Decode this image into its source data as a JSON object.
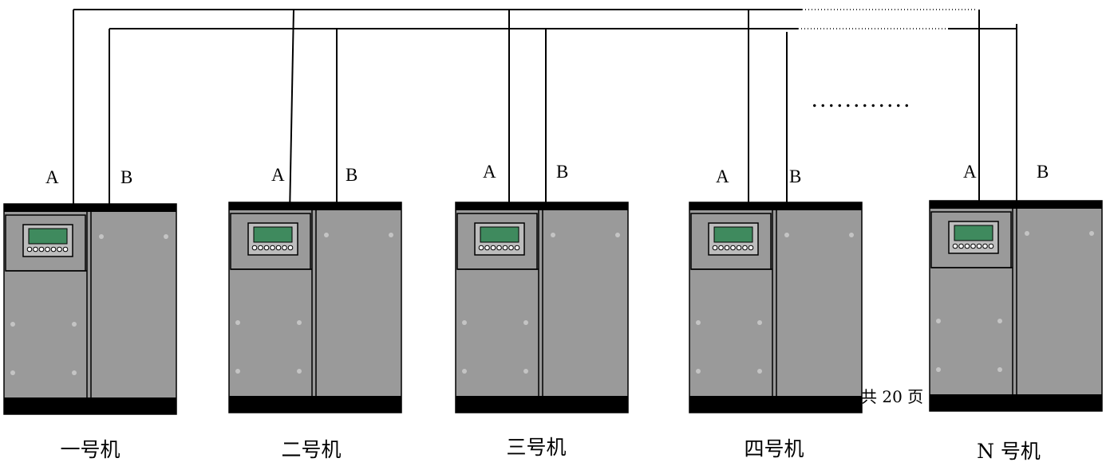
{
  "bus": {
    "label_a": "A",
    "label_b": "B",
    "ellipsis": "............"
  },
  "machines": [
    {
      "name": "一号机"
    },
    {
      "name": "二号机"
    },
    {
      "name": "三号机"
    },
    {
      "name": "四号机"
    },
    {
      "name": "N 号机"
    }
  ],
  "footer": {
    "page_count": "共 20 页"
  },
  "colors": {
    "cabinet_body": "#9a9a9a",
    "cabinet_band": "#000000",
    "screen": "#3f8a5e",
    "panel": "#bdbdbd",
    "wire": "#000000"
  }
}
